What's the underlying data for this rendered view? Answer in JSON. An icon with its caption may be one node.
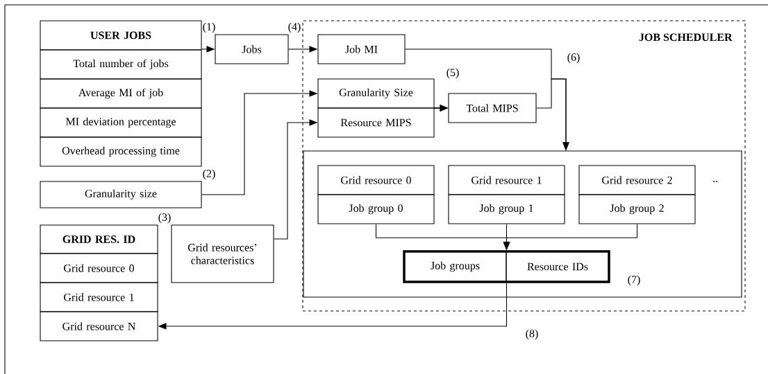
{
  "diagram": {
    "nodes": [
      {
        "text": [
          "USER JOBS"
        ]
      },
      {
        "text": [
          "Total number of jobs"
        ]
      },
      {
        "text": [
          "Average MI of job"
        ]
      },
      {
        "text": [
          "MI deviation percentage"
        ]
      },
      {
        "text": [
          "Overhead processing time"
        ]
      },
      {
        "text": [
          "Granularity size"
        ]
      },
      {
        "text": [
          "GRID RES. ID"
        ]
      },
      {
        "text": [
          "Grid resource 0"
        ]
      },
      {
        "text": [
          "Grid resource 1"
        ]
      },
      {
        "text": [
          "Grid resource N"
        ]
      },
      {
        "text": [
          "Grid resources’ characteristics"
        ]
      },
      {
        "text": [
          "Jobs"
        ]
      },
      {
        "text": [
          "JOB SCHEDULER"
        ]
      },
      {
        "text": [
          "Job MI"
        ],
        "in": 12
      },
      {
        "text": [
          "Granularity Size"
        ],
        "in": 12
      },
      {
        "text": [
          "Resource MIPS"
        ],
        "in": 12
      },
      {
        "text": [
          "Total MIPS"
        ],
        "in": 12
      },
      {
        "text": [],
        "shape": "box",
        "in": 12
      },
      {
        "text": [
          "Grid resource 0"
        ],
        "in": 17
      },
      {
        "text": [
          "Job group 0"
        ],
        "in": 17
      },
      {
        "text": [
          "Grid resource 1"
        ],
        "in": 17
      },
      {
        "text": [
          "Job group 1"
        ],
        "in": 17
      },
      {
        "text": [
          "Grid resource 2"
        ],
        "in": 17
      },
      {
        "text": [
          "Job group 2"
        ],
        "in": 17
      },
      {
        "text": [],
        "shape": "box",
        "in": 17
      },
      {
        "text": [
          "Job groups"
        ],
        "in": 24
      },
      {
        "text": [
          "Resource IDs"
        ],
        "in": 24
      }
    ],
    "edges": [
      {
        "from": 0,
        "to": 11,
        "arrow": "to"
      },
      {
        "from": 11,
        "to": 13,
        "arrow": "to"
      },
      {
        "from": 5,
        "to": 14,
        "arrow": "to"
      },
      {
        "from": 10,
        "to": 15,
        "arrow": "to"
      },
      {
        "from": 14,
        "to": 16,
        "arrow": "to"
      },
      {
        "from": 15,
        "to": 16,
        "arrow": "to"
      },
      {
        "from": 13,
        "to": 17,
        "arrow": "to"
      },
      {
        "from": 16,
        "to": 17,
        "arrow": "to"
      },
      {
        "from": 19,
        "to": 24,
        "arrow": "to"
      },
      {
        "from": 21,
        "to": 24,
        "arrow": "to"
      },
      {
        "from": 23,
        "to": 24,
        "arrow": "to"
      },
      {
        "from": 24,
        "to": 9,
        "arrow": "to"
      }
    ],
    "labels": [
      "(1)",
      "(4)",
      "(6)",
      "(5)",
      "(2)",
      "..",
      "(3)",
      "(7)",
      "(8)"
    ]
  }
}
